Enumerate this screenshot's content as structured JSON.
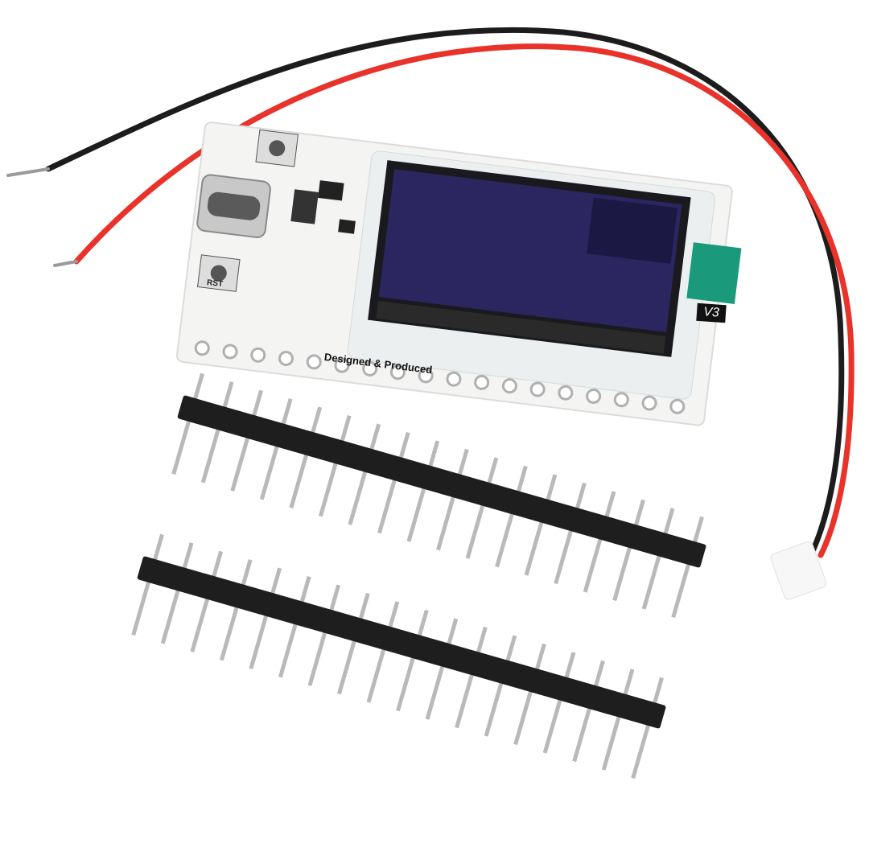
{
  "image": {
    "description": "Product photo of an ESP32 LoRa development board with blue OLED display, USB-C port, two buttons, battery wire with JST connector, and two loose male pin header strips on white background",
    "colors": {
      "background": "#ffffff",
      "pcb": "#f4f4f2",
      "oled_screen": "#2b2560",
      "oled_frame": "#1a1a1e",
      "wire_red": "#e8322a",
      "wire_black": "#1c1c1c",
      "pin_plastic": "#1e1e1e",
      "pin_metal": "#b9b9b9",
      "antenna_pad": "#1a9a7a"
    }
  },
  "board": {
    "silkscreen_text": "Designed & Produced",
    "version_label": "V3",
    "button_label": "RST"
  },
  "pin_headers": {
    "count": 2,
    "pins_per_strip": 18
  }
}
